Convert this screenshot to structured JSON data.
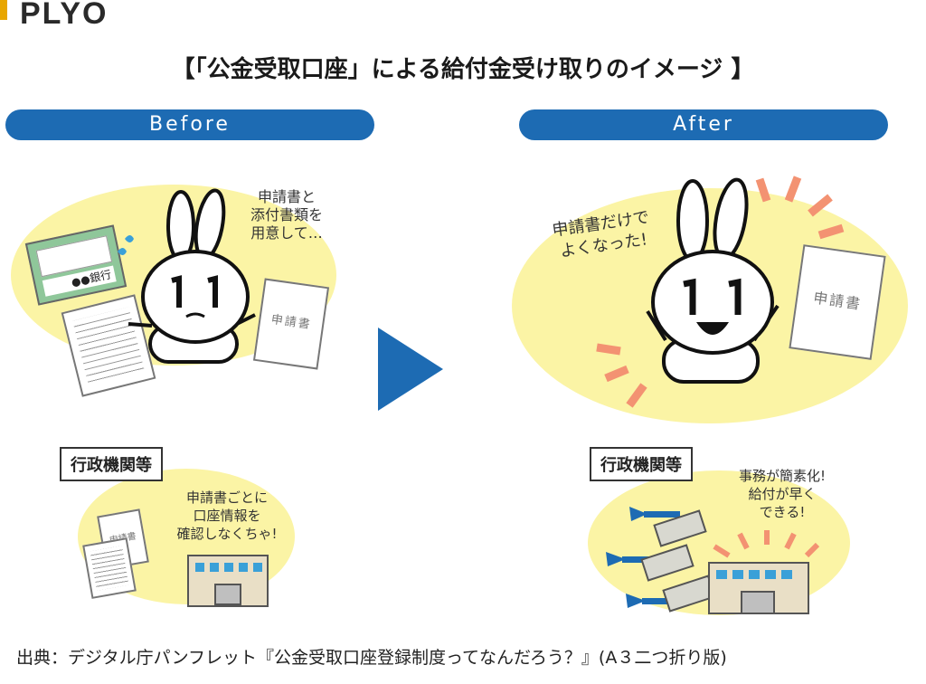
{
  "logo": {
    "text": "PLYO",
    "accent": "#e8a600"
  },
  "title": "【「公金受取口座」による給付金受け取りのイメージ 】",
  "before": {
    "label": "Before",
    "speech": "申請書と\n添付書類を\n用意して…",
    "bank_card_text": "●●銀行",
    "form_text": "申請書",
    "agency_label": "行政機関等",
    "agency_speech": "申請書ごとに\n口座情報を\n確認しなくちゃ!",
    "small_form_text": "申請書"
  },
  "after": {
    "label": "After",
    "speech": "申請書だけで\nよくなった!",
    "form_text": "申請書",
    "agency_label": "行政機関等",
    "agency_speech": "事務が簡素化!\n給付が早く\nできる!"
  },
  "footer": "出典：デジタル庁パンフレット『公金受取口座登録制度ってなんだろう？』(A３二つ折り版)",
  "colors": {
    "blue": "#1d6bb3",
    "yellow": "#fbf4a5",
    "orange": "#f39272",
    "card_green": "#8fc79a"
  }
}
